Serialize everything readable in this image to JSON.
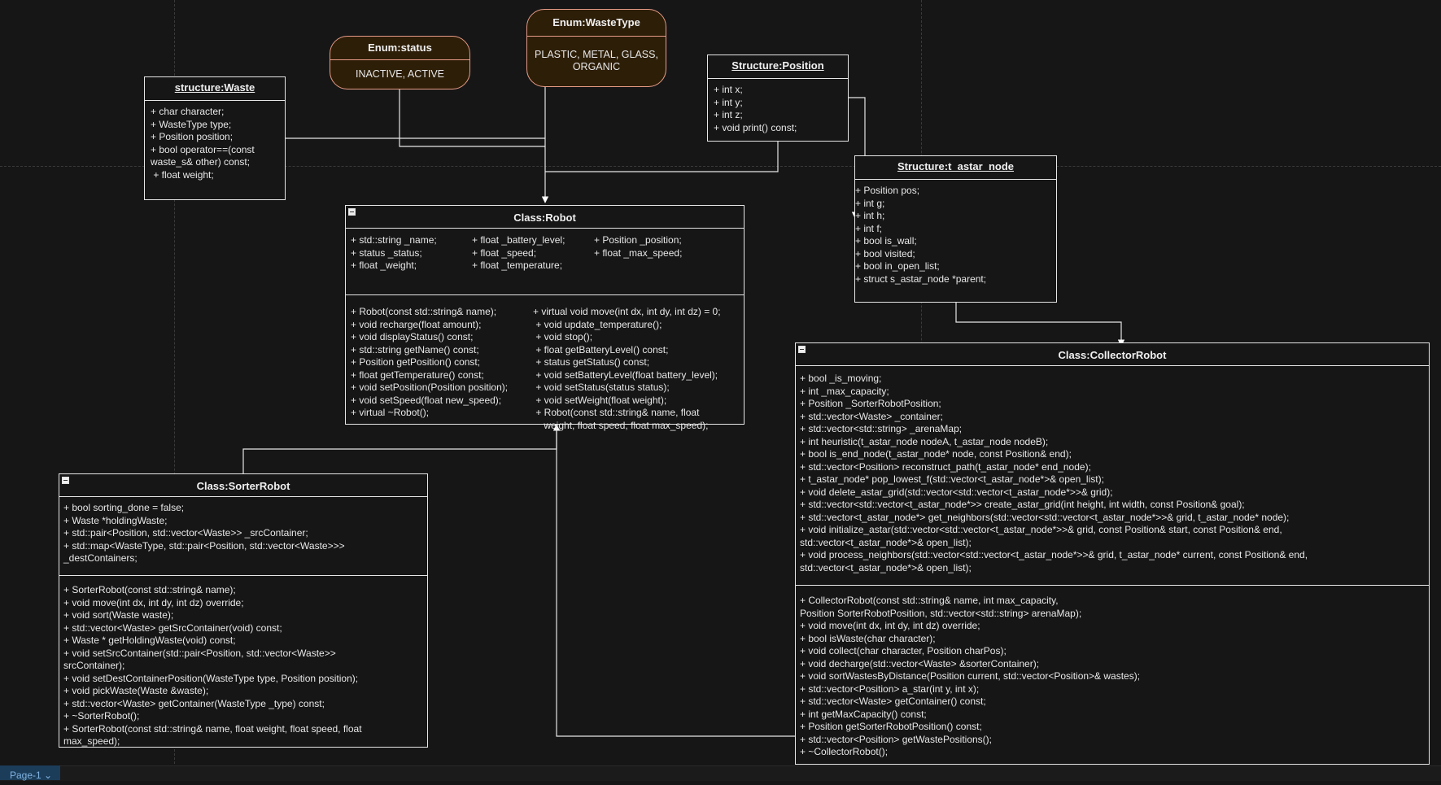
{
  "enums": {
    "status": {
      "title": "Enum:status",
      "body": "INACTIVE, ACTIVE"
    },
    "waste_type": {
      "title": "Enum:WasteType",
      "body": "PLASTIC, METAL, GLASS,\nORGANIC"
    }
  },
  "structures": {
    "waste": {
      "title": "structure:Waste",
      "fields": "+ char character;\n+ WasteType type;\n+ Position position;\n+ bool operator==(const\nwaste_s& other) const;\n + float weight;"
    },
    "position": {
      "title": "Structure:Position",
      "fields": "+ int x;\n+ int y;\n+ int z;\n+ void print() const;"
    },
    "astar_node": {
      "title": "Structure:t_astar_node",
      "fields": "+ Position pos;\n+ int g;\n+ int h;\n+ int f;\n+ bool is_wall;\n+ bool visited;\n+ bool in_open_list;\n+ struct s_astar_node *parent;"
    }
  },
  "classes": {
    "robot": {
      "title": "Class:Robot",
      "attributes": {
        "col1": "+ std::string _name;\n+ status _status;\n+ float _weight;",
        "col2": "+ float _battery_level;\n+ float _speed;\n+ float _temperature;",
        "col3": "+ Position _position;\n+ float _max_speed;"
      },
      "methods": {
        "col1": "+ Robot(const std::string& name);\n+ void recharge(float amount);\n+ void displayStatus() const;\n+ std::string getName() const;\n+ Position getPosition() const;\n+ float getTemperature() const;\n+ void setPosition(Position position);\n+ void setSpeed(float new_speed);\n+ virtual ~Robot();",
        "col2": "+ virtual void move(int dx, int dy, int dz) = 0;\n + void update_temperature();\n + void stop();\n + float getBatteryLevel() const;\n + status getStatus() const;\n + void setBatteryLevel(float battery_level);\n + void setStatus(status status);\n + void setWeight(float weight);\n + Robot(const std::string& name, float\n    weight, float speed, float max_speed);"
      }
    },
    "sorter_robot": {
      "title": "Class:SorterRobot",
      "attributes": "+ bool sorting_done = false;\n+ Waste *holdingWaste;\n+ std::pair<Position, std::vector<Waste>> _srcContainer;\n+ std::map<WasteType, std::pair<Position, std::vector<Waste>>>\n_destContainers;",
      "methods": "+ SorterRobot(const std::string& name);\n+ void move(int dx, int dy, int dz) override;\n+ void sort(Waste waste);\n+ std::vector<Waste> getSrcContainer(void) const;\n+ Waste * getHoldingWaste(void) const;\n+ void setSrcContainer(std::pair<Position, std::vector<Waste>>\nsrcContainer);\n+ void setDestContainerPosition(WasteType type, Position position);\n+ void pickWaste(Waste &waste);\n+ std::vector<Waste> getContainer(WasteType _type) const;\n+ ~SorterRobot();\n+ SorterRobot(const std::string& name, float weight, float speed, float\nmax_speed);"
    },
    "collector_robot": {
      "title": "Class:CollectorRobot",
      "attributes": "+ bool _is_moving;\n+ int _max_capacity;\n+ Position _SorterRobotPosition;\n+ std::vector<Waste> _container;\n+ std::vector<std::string> _arenaMap;\n+ int heuristic(t_astar_node nodeA, t_astar_node nodeB);\n+ bool is_end_node(t_astar_node* node, const Position& end);\n+ std::vector<Position> reconstruct_path(t_astar_node* end_node);\n+ t_astar_node* pop_lowest_f(std::vector<t_astar_node*>& open_list);\n+ void delete_astar_grid(std::vector<std::vector<t_astar_node*>>& grid);\n+ std::vector<std::vector<t_astar_node*>> create_astar_grid(int height, int width, const Position& goal);\n+ std::vector<t_astar_node*> get_neighbors(std::vector<std::vector<t_astar_node*>>& grid, t_astar_node* node);\n+ void initialize_astar(std::vector<std::vector<t_astar_node*>>& grid, const Position& start, const Position& end,\nstd::vector<t_astar_node*>& open_list);\n+ void process_neighbors(std::vector<std::vector<t_astar_node*>>& grid, t_astar_node* current, const Position& end,\nstd::vector<t_astar_node*>& open_list);",
      "methods": "+ CollectorRobot(const std::string& name, int max_capacity,\nPosition SorterRobotPosition, std::vector<std::string> arenaMap);\n+ void move(int dx, int dy, int dz) override;\n+ bool isWaste(char character);\n+ void collect(char character, Position charPos);\n+ void decharge(std::vector<Waste> &sorterContainer);\n+ void sortWastesByDistance(Position current, std::vector<Position>& wastes);\n+ std::vector<Position> a_star(int y, int x);\n+ std::vector<Waste> getContainer() const;\n+ int getMaxCapacity() const;\n+ Position getSorterRobotPosition() const;\n+ std::vector<Position> getWastePositions();\n+ ~CollectorRobot();"
    }
  },
  "page_tab": {
    "label": "Page-1 ⌄"
  },
  "colors": {
    "background": "#161616",
    "enum_fill": "#2d1e08",
    "enum_border": "#e69b86",
    "stroke": "#e6e6e6"
  }
}
